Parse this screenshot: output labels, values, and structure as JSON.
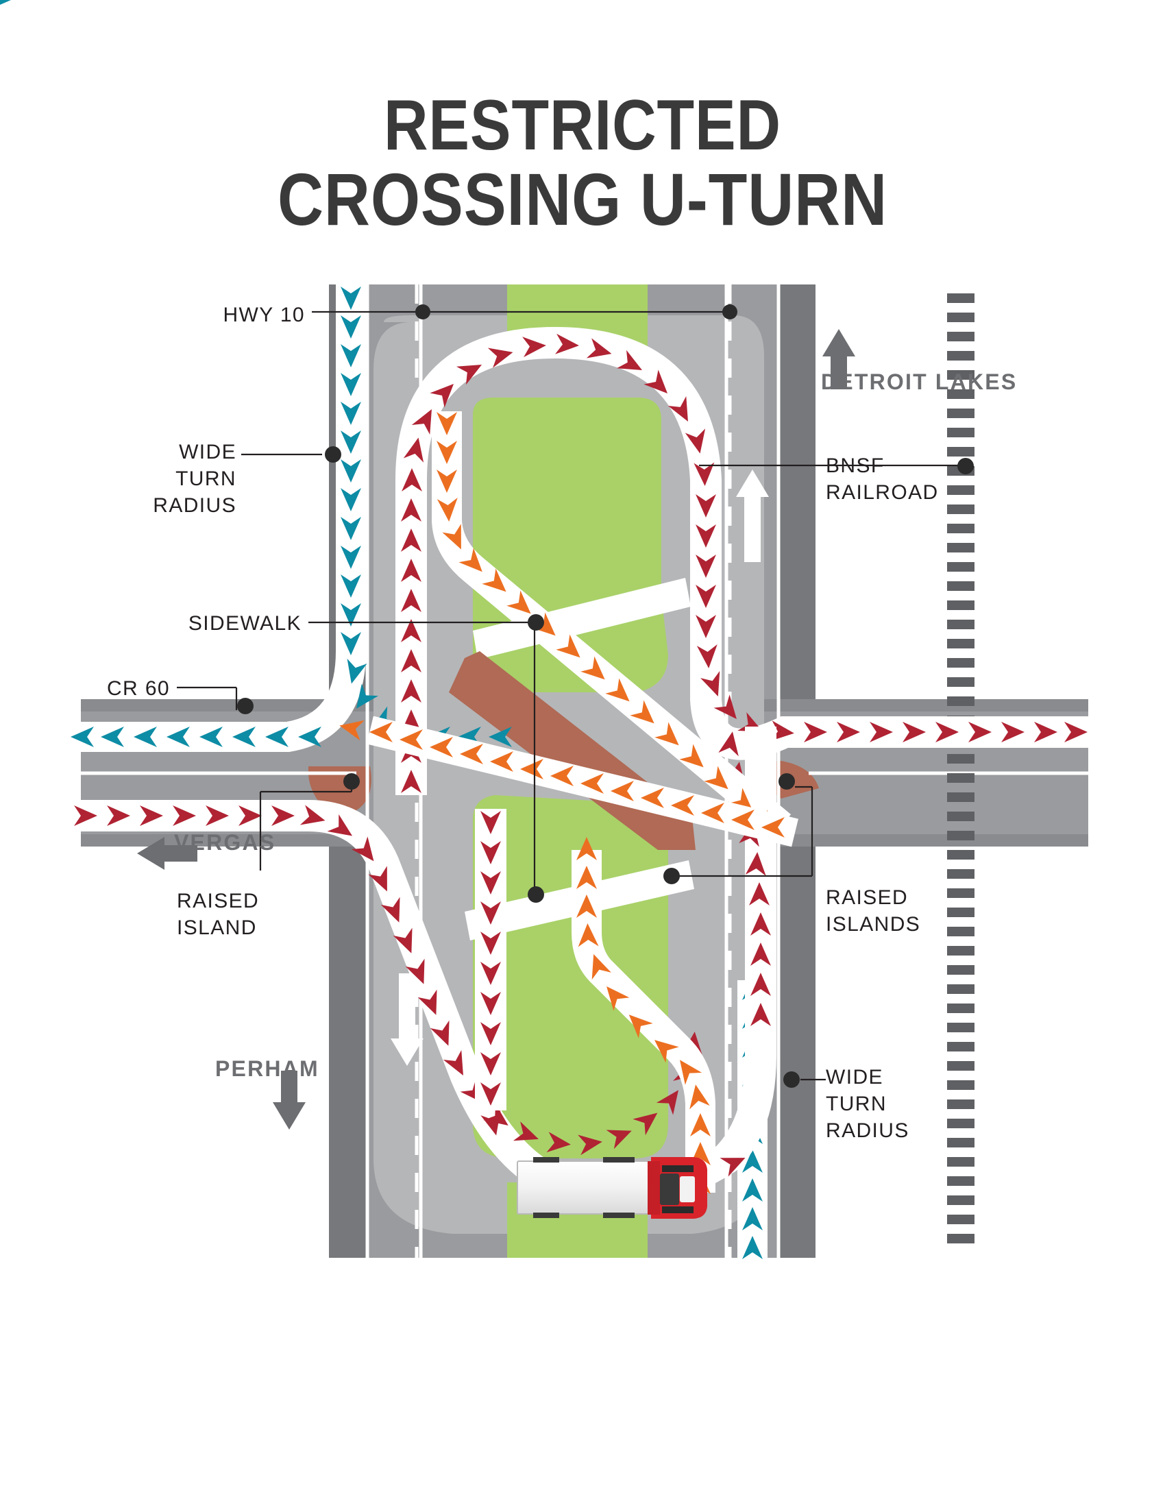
{
  "title": {
    "line1": "RESTRICTED",
    "line2": "CROSSING U-TURN"
  },
  "colors": {
    "title_text": "#3a3a3a",
    "label_text": "#231f20",
    "direction_text": "#6d6e71",
    "pavement_dark": "#77787b",
    "pavement_mid": "#9a9b9e",
    "pavement_light": "#b5b6b8",
    "median_green": "#a9d168",
    "raised_island_brown": "#b06a55",
    "arrow_red": "#b02333",
    "arrow_teal": "#0d8ca5",
    "arrow_orange": "#ec6f21",
    "lane_line_white": "#ffffff",
    "railroad_tie": "#5f6063",
    "truck_cab": "#d8232a",
    "truck_trailer": "#eeeeee",
    "leader_line": "#231f20",
    "leader_dot": "#2b2b2b"
  },
  "callouts": [
    {
      "id": "hwy-10",
      "text": "HWY 10",
      "align": "right"
    },
    {
      "id": "wide-turn-left",
      "text": "WIDE\nTURN\nRADIUS",
      "align": "right"
    },
    {
      "id": "sidewalk",
      "text": "SIDEWALK",
      "align": "right"
    },
    {
      "id": "cr-60",
      "text": "CR 60",
      "align": "right"
    },
    {
      "id": "raised-island",
      "text": "RAISED\nISLAND",
      "align": "left"
    },
    {
      "id": "detroit-lakes",
      "text": "DETROIT\nLAKES",
      "align": "left"
    },
    {
      "id": "bnsf-railroad",
      "text": "BNSF\nRAILROAD",
      "align": "left"
    },
    {
      "id": "raised-islands",
      "text": "RAISED\nISLANDS",
      "align": "left"
    },
    {
      "id": "wide-turn-right",
      "text": "WIDE\nTURN\nRADIUS",
      "align": "left"
    }
  ],
  "directions": [
    {
      "id": "detroit-lakes",
      "text": "DETROIT\nLAKES",
      "arrow": "up-arrow-icon"
    },
    {
      "id": "vergas",
      "text": "VERGAS",
      "arrow": "left-arrow-icon"
    },
    {
      "id": "perham",
      "text": "PERHAM",
      "arrow": "down-arrow-icon"
    }
  ],
  "legend_paths": [
    {
      "id": "path-red",
      "name": "vehicle-u-turn-path",
      "color": "#b02333"
    },
    {
      "id": "path-orange",
      "name": "vehicle-cross-path",
      "color": "#ec6f21"
    },
    {
      "id": "path-teal",
      "name": "pedestrian-sidewalk-path",
      "color": "#0d8ca5"
    }
  ],
  "map_features": {
    "highway_name": "HWY 10",
    "cross_road_name": "CR 60",
    "railroad_name": "BNSF RAILROAD",
    "destination_north": "DETROIT LAKES",
    "destination_west": "VERGAS",
    "destination_south": "PERHAM",
    "vehicle": "semi-truck"
  }
}
